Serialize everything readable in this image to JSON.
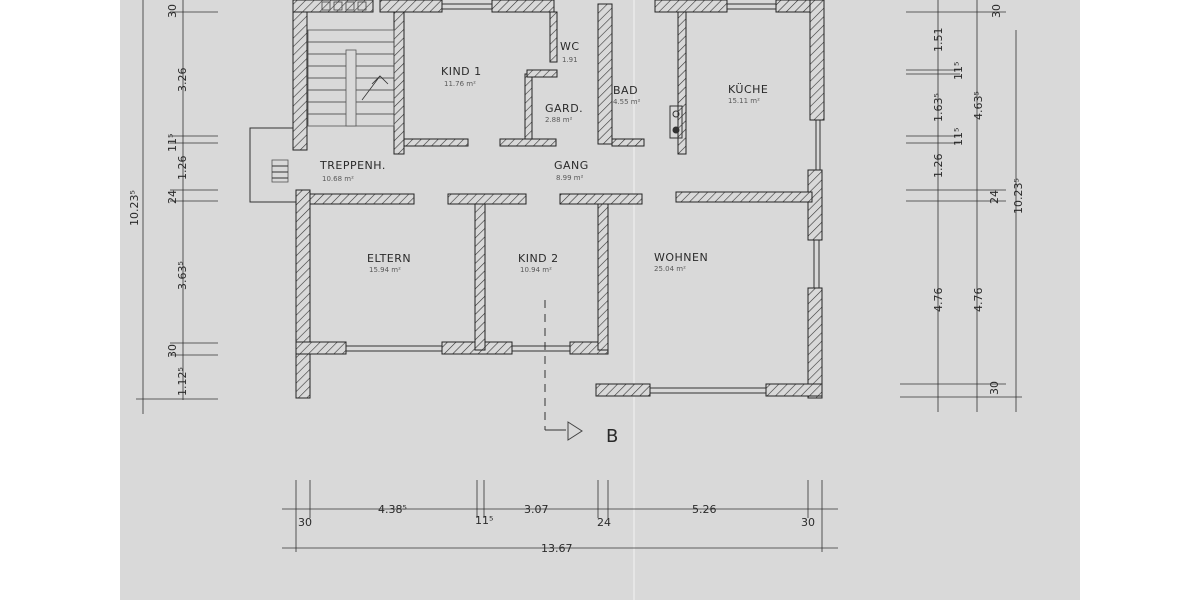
{
  "rooms": [
    {
      "name": "KIND 1",
      "area": "11.76 m²"
    },
    {
      "name": "WC",
      "area": "1.91"
    },
    {
      "name": "GARD.",
      "area": "2.88 m²"
    },
    {
      "name": "BAD",
      "area": "4.55 m²"
    },
    {
      "name": "KÜCHE",
      "area": "15.11 m²"
    },
    {
      "name": "TREPPENH.",
      "area": "10.68 m²"
    },
    {
      "name": "GANG",
      "area": "8.99 m²"
    },
    {
      "name": "ELTERN",
      "area": "15.94 m²"
    },
    {
      "name": "KIND 2",
      "area": "10.94 m²"
    },
    {
      "name": "WOHNEN",
      "area": "25.04 m²"
    }
  ],
  "section_marker": "B",
  "dimensions": {
    "bottom_segments": [
      "30",
      "4.38⁵",
      "11⁵",
      "3.07",
      "24",
      "5.26",
      "30"
    ],
    "bottom_total": "13.67",
    "left_segments": [
      "30",
      "3.26",
      "11⁵",
      "1.26",
      "24",
      "3.63⁵",
      "30",
      "1.12⁵"
    ],
    "left_total": "10.23⁵",
    "right_segments": [
      "30",
      "1.51",
      "11⁵",
      "1.63⁵",
      "11⁵",
      "1.26",
      "24",
      "4.76",
      "30"
    ],
    "right_mid": [
      "4.63⁵",
      "4.76"
    ],
    "right_total": "10.23⁵"
  }
}
